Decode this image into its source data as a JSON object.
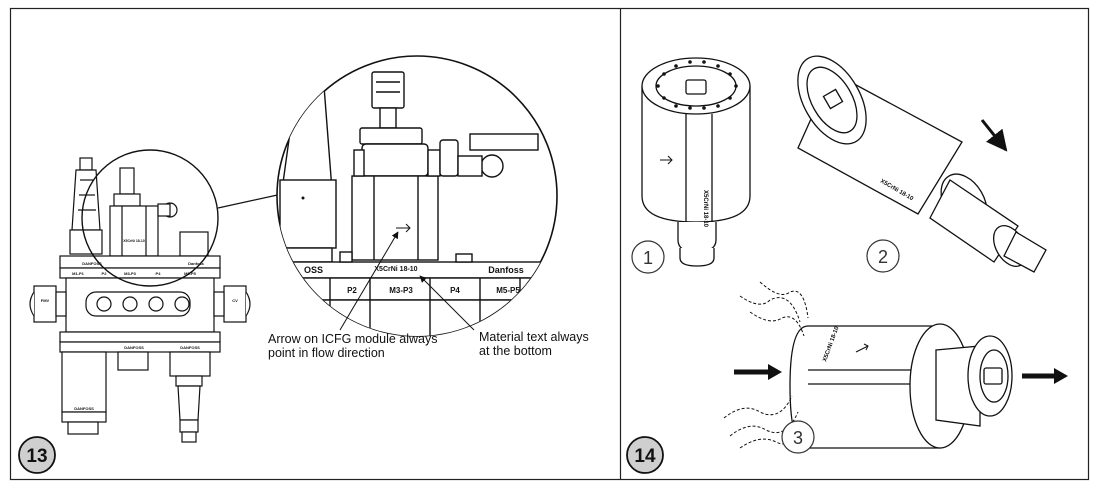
{
  "panels": [
    {
      "step": "13",
      "callouts": {
        "arrow": "Arrow on ICFG module always\npoint in flow direction",
        "material": "Material text always\nat the bottom"
      },
      "plates": {
        "brand_left": "DANFOSS",
        "brand_right": "Danfoss",
        "port_p2": "P2",
        "port_m3p3": "M3-P3",
        "port_p4": "P4",
        "port_m5": "M5-P5",
        "material": "X5CrNi 18-10",
        "oss": "OSS",
        "small_h1": "M1-P1",
        "small_p2": "P2",
        "small_p3": "M3-P3",
        "small_p4": "P4",
        "small_p5": "M5-P5",
        "small_l": "FMV",
        "small_r": "CV",
        "small_bot_l": "DANFOSS",
        "small_bot_r": "DANFOSS",
        "small_base": "DANFOSS"
      }
    },
    {
      "step": "14",
      "substeps": [
        "1",
        "2",
        "3"
      ],
      "plates": {
        "material": "X5CrNi 18-10"
      }
    }
  ]
}
